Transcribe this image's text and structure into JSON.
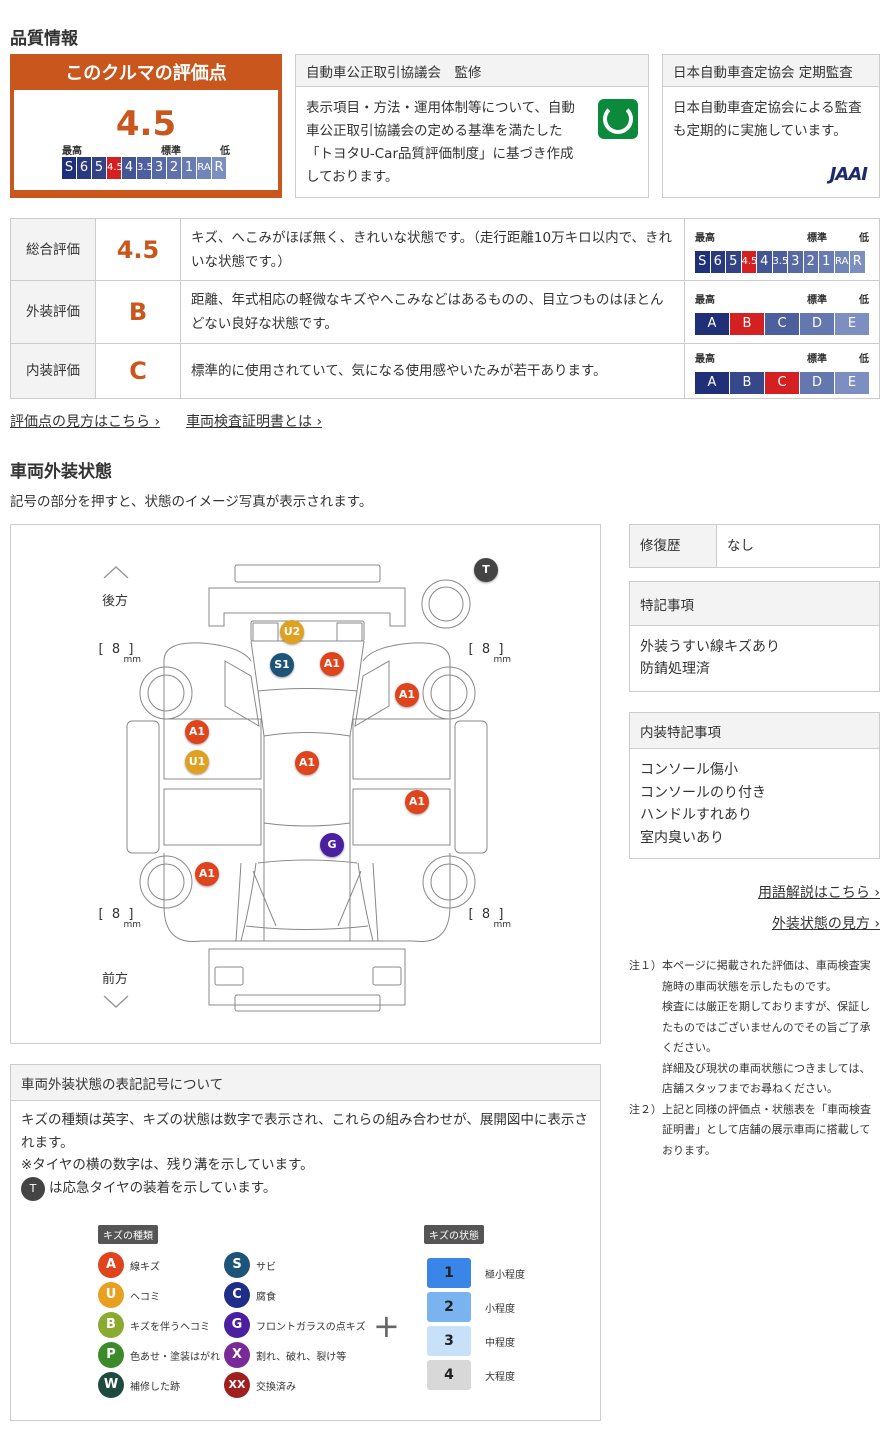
{
  "quality": {
    "title": "品質情報",
    "score_box": {
      "title": "このクルマの評価点",
      "score": "4.5"
    },
    "scale_labels": {
      "high": "最高",
      "std": "標準",
      "low": "低"
    },
    "score_scale": [
      "S",
      "6",
      "5",
      "4.5",
      "4",
      "3.5",
      "3",
      "2",
      "1",
      "RA",
      "R"
    ],
    "grade_scale": [
      "A",
      "B",
      "C",
      "D",
      "E"
    ],
    "aftc": {
      "title": "自動車公正取引協議会　監修",
      "text": "表示項目・方法・運用体制等について、自動車公正取引協議会の定める基準を満たした「トヨタU-Car品質評価制度」に基づき作成しております。"
    },
    "jaai": {
      "title": "日本自動車査定協会 定期監査",
      "text": "日本自動車査定協会による監査も定期的に実施しています。",
      "logo": "JAAI"
    },
    "rows": [
      {
        "label": "総合評価",
        "value": "4.5",
        "text": "キズ、へこみがほぼ無く、きれいな状態です。（走行距離10万キロ以内で、きれいな状態です。）",
        "selected": "4.5"
      },
      {
        "label": "外装評価",
        "value": "B",
        "text": "距離、年式相応の軽微なキズやへこみなどはあるものの、目立つものはほとんどない良好な状態です。",
        "selected": "B"
      },
      {
        "label": "内装評価",
        "value": "C",
        "text": "標準的に使用されていて、気になる使用感やいたみが若干あります。",
        "selected": "C"
      }
    ],
    "links": [
      "評価点の見方はこちら",
      "車両検査証明書とは"
    ]
  },
  "exterior": {
    "title": "車両外装状態",
    "subtitle": "記号の部分を押すと、状態のイメージ写真が表示されます。",
    "rear": "後方",
    "front": "前方",
    "tread": "8",
    "unit": "mm",
    "markers": [
      "U2",
      "S1",
      "A1",
      "A1",
      "A1",
      "U1",
      "A1",
      "A1",
      "G",
      "A1",
      "T"
    ],
    "repair": {
      "label": "修復歴",
      "value": "なし"
    },
    "notes": {
      "title": "特記事項",
      "items": [
        "外装うすい線キズあり",
        "防錆処理済"
      ]
    },
    "interior": {
      "title": "内装特記事項",
      "items": [
        "コンソール傷小",
        "コンソールのり付き",
        "ハンドルすれあり",
        "室内臭いあり"
      ]
    },
    "links": [
      "用語解説はこちら",
      "外装状態の見方"
    ],
    "disclaimers": [
      {
        "no": "注１）",
        "text": "本ページに掲載された評価は、車両検査実施時の車両状態を示したものです。"
      },
      {
        "no": "",
        "text": "検査には厳正を期しておりますが、保証したものではございませんのでその旨ご了承ください。"
      },
      {
        "no": "",
        "text": "詳細及び現状の車両状態につきましては、店舗スタッフまでお尋ねください。"
      },
      {
        "no": "注２）",
        "text": "上記と同様の評価点・状態表を「車両検査証明書」として店舗の展示車両に搭載しております。"
      }
    ]
  },
  "legend": {
    "title": "車両外装状態の表記記号について",
    "text1": "キズの種類は英字、キズの状態は数字で表示され、これらの組み合わせが、展開図中に表示されます。",
    "text2": "※タイヤの横の数字は、残り溝を示しています。",
    "text3": "は応急タイヤの装着を示しています。",
    "t": "T",
    "types_title": "キズの種類",
    "levels_title": "キズの状態",
    "types": [
      {
        "k": "A",
        "t": "線キズ",
        "c": "#e0441c"
      },
      {
        "k": "U",
        "t": "ヘコミ",
        "c": "#e8a020"
      },
      {
        "k": "B",
        "t": "キズを伴うヘコミ",
        "c": "#8aab30"
      },
      {
        "k": "P",
        "t": "色あせ・塗装はがれ",
        "c": "#3c8a2a"
      },
      {
        "k": "W",
        "t": "補修した跡",
        "c": "#1f4a40"
      },
      {
        "k": "S",
        "t": "サビ",
        "c": "#1e5478"
      },
      {
        "k": "C",
        "t": "腐食",
        "c": "#1f2f88"
      },
      {
        "k": "G",
        "t": "フロントガラスの点キズ",
        "c": "#4a1fa0"
      },
      {
        "k": "X",
        "t": "割れ、破れ、裂け等",
        "c": "#7a2a98"
      },
      {
        "k": "XX",
        "t": "交換済み",
        "c": "#a02020"
      }
    ],
    "levels": [
      {
        "k": "1",
        "t": "極小程度",
        "c": "#3a86e8"
      },
      {
        "k": "2",
        "t": "小程度",
        "c": "#7ab4f0"
      },
      {
        "k": "3",
        "t": "中程度",
        "c": "#c8e0f8"
      },
      {
        "k": "4",
        "t": "大程度",
        "c": "#d8d8d8"
      }
    ],
    "plus": "+"
  },
  "colors": {
    "accent": "#c9561c",
    "navy": "#1f2f78",
    "selected": "#d42020"
  }
}
